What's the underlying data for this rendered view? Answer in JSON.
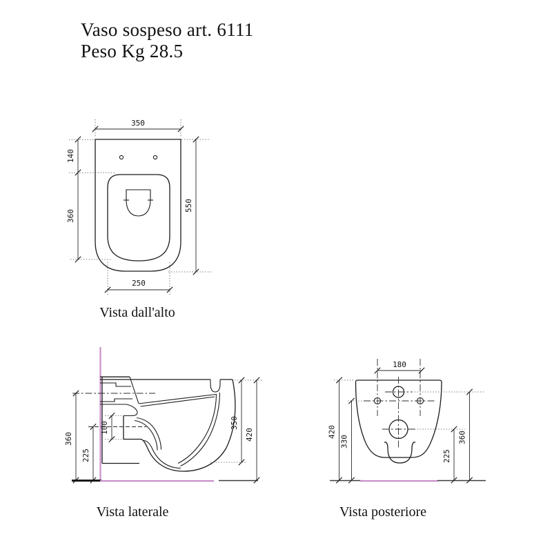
{
  "title": {
    "line1": "Vaso sospeso art. 6111",
    "line2": "Peso Kg 28.5"
  },
  "colors": {
    "line": "#1a1a1a",
    "wall_floor_accent": "#c98fc9"
  },
  "views": {
    "top": {
      "caption": "Vista dall'alto",
      "dims": {
        "width": "350",
        "holes_offset": "140",
        "bowl_length": "360",
        "depth": "550",
        "bowl_width": "250"
      }
    },
    "side": {
      "caption": "Vista laterale",
      "dims": {
        "inlet_height": "360",
        "drain_height": "225",
        "drain_diameter": "100",
        "body_height": "350",
        "rim_height": "420"
      }
    },
    "rear": {
      "caption": "Vista posteriore",
      "dims": {
        "fixing_holes_spacing": "180",
        "rim_height": "420",
        "fixing_holes_height": "330",
        "drain_height": "225",
        "inlet_height": "360"
      }
    }
  }
}
